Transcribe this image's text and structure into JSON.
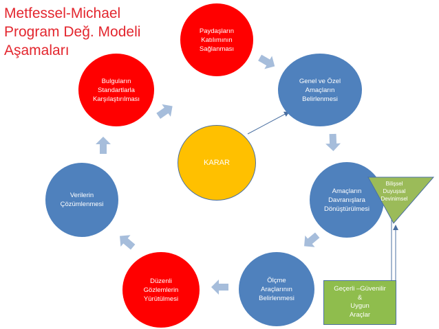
{
  "title_lines": [
    "Metfessel-Michael",
    "Program Değ. Modeli",
    "Aşamaları"
  ],
  "nodes": {
    "paydaslar": "Paydaşların\nKatılımının\nSağlanması",
    "amaclar": "Genel ve Özel\nAmaçların\nBelirlenmesi",
    "davranis": "Amaçların\nDavranışlara\nDönüştürülmesi",
    "olcme": "Ölçme\nAraçlarının\nBelirlenmesi",
    "gozlem": "Düzenli\nGözlemlerin\nYürütülmesi",
    "verilerin": "Verilerin\nÇözümlenmesi",
    "bulgular": "Bulguların\nStandartlarla\nKarşılaştırılması",
    "karar": "KARAR"
  },
  "triangle_text": "Bilişsel\nDuyuşsal\nDevinimsel",
  "green_box_text": "Geçerli –Güvenilir\n&\nUygun\nAraçlar",
  "colors": {
    "title": "#e3262e",
    "red": "#ff0000",
    "blue": "#4f81bd",
    "gold": "#ffc000",
    "green": "#8fbd4d",
    "arrow": "#a6bddb",
    "line": "#4a6fa1"
  }
}
